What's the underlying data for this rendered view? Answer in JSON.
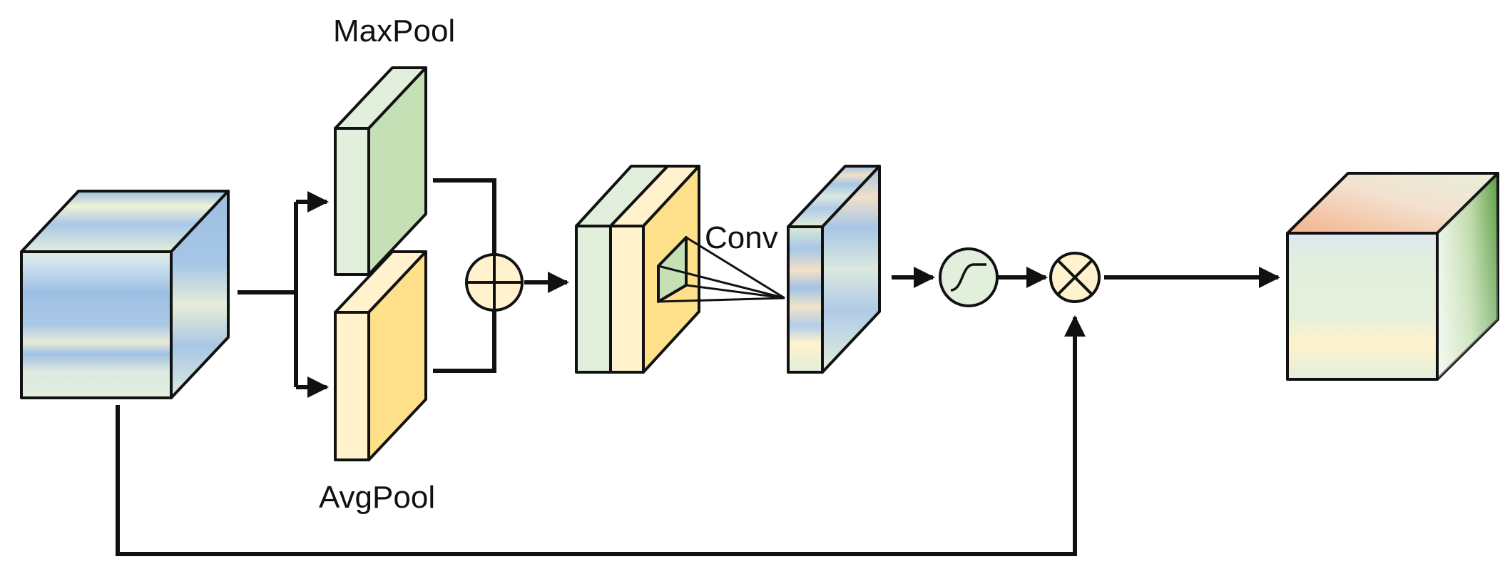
{
  "labels": {
    "maxpool": "MaxPool",
    "avgpool": "AvgPool",
    "conv": "Conv"
  },
  "nodes": [
    {
      "id": "input-feature",
      "kind": "cube"
    },
    {
      "id": "maxpool-map",
      "kind": "slab"
    },
    {
      "id": "avgpool-map",
      "kind": "slab"
    },
    {
      "id": "add-op",
      "kind": "operator",
      "symbol": "⊕"
    },
    {
      "id": "concat-map",
      "kind": "stacked-slab"
    },
    {
      "id": "conv-output",
      "kind": "slab"
    },
    {
      "id": "sigmoid-op",
      "kind": "operator",
      "symbol": "sigmoid"
    },
    {
      "id": "multiply-op",
      "kind": "operator",
      "symbol": "⊗"
    },
    {
      "id": "output-feature",
      "kind": "cube"
    }
  ],
  "edges": [
    {
      "from": "input-feature",
      "to": "maxpool-map"
    },
    {
      "from": "input-feature",
      "to": "avgpool-map"
    },
    {
      "from": "maxpool-map",
      "to": "add-op"
    },
    {
      "from": "avgpool-map",
      "to": "add-op"
    },
    {
      "from": "add-op",
      "to": "concat-map"
    },
    {
      "from": "concat-map",
      "to": "conv-output",
      "label": "Conv"
    },
    {
      "from": "conv-output",
      "to": "sigmoid-op"
    },
    {
      "from": "sigmoid-op",
      "to": "multiply-op"
    },
    {
      "from": "input-feature",
      "to": "multiply-op",
      "kind": "skip"
    },
    {
      "from": "multiply-op",
      "to": "output-feature"
    }
  ],
  "colors": {
    "stroke": "#111111",
    "blue": "#9dbfe3",
    "light_green": "#e2efdc",
    "green": "#c5e0b4",
    "dark_green": "#5a9e42",
    "light_yellow": "#fff2cc",
    "yellow": "#ffe08a",
    "peach": "#f4b28c"
  }
}
